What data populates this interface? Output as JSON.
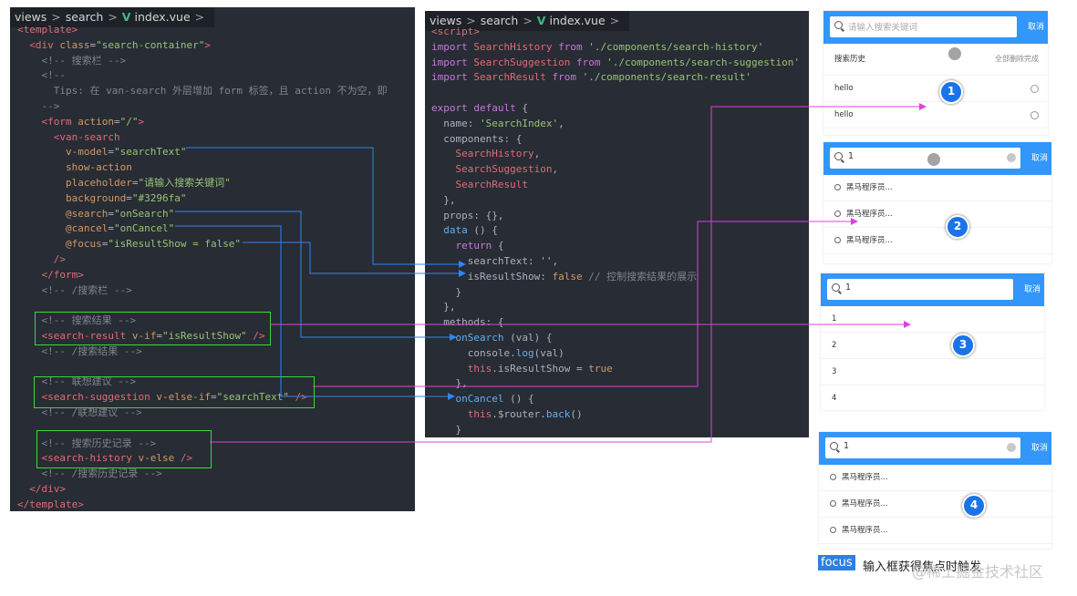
{
  "left_editor": {
    "crumb": [
      "views",
      "search",
      "index.vue"
    ],
    "lines": [
      [
        [
          "tag",
          "<template>"
        ]
      ],
      [
        [
          "pl",
          "  "
        ],
        [
          "tag",
          "<div "
        ],
        [
          "att",
          "class"
        ],
        [
          "pl",
          "="
        ],
        [
          "str",
          "\"search-container\""
        ],
        [
          "tag",
          ">"
        ]
      ],
      [
        [
          "cm",
          "    <!-- 搜索栏 -->"
        ]
      ],
      [
        [
          "cm",
          "    <!--"
        ]
      ],
      [
        [
          "cm",
          "      Tips: 在 van-search 外层增加 form 标签，且 action 不为空，即"
        ]
      ],
      [
        [
          "cm",
          "    -->"
        ]
      ],
      [
        [
          "pl",
          "    "
        ],
        [
          "tag",
          "<form "
        ],
        [
          "att",
          "action"
        ],
        [
          "pl",
          "="
        ],
        [
          "str",
          "\"/\""
        ],
        [
          "tag",
          ">"
        ]
      ],
      [
        [
          "pl",
          "      "
        ],
        [
          "tag",
          "<van-search"
        ]
      ],
      [
        [
          "pl",
          "        "
        ],
        [
          "att",
          "v-model"
        ],
        [
          "pl",
          "="
        ],
        [
          "str",
          "\"searchText\""
        ]
      ],
      [
        [
          "pl",
          "        "
        ],
        [
          "att",
          "show-action"
        ]
      ],
      [
        [
          "pl",
          "        "
        ],
        [
          "att",
          "placeholder"
        ],
        [
          "pl",
          "="
        ],
        [
          "str",
          "\"请输入搜索关键词\""
        ]
      ],
      [
        [
          "pl",
          "        "
        ],
        [
          "att",
          "background"
        ],
        [
          "pl",
          "="
        ],
        [
          "str",
          "\"#3296fa\""
        ]
      ],
      [
        [
          "pl",
          "        "
        ],
        [
          "att",
          "@search"
        ],
        [
          "pl",
          "="
        ],
        [
          "str",
          "\"onSearch\""
        ]
      ],
      [
        [
          "pl",
          "        "
        ],
        [
          "att",
          "@cancel"
        ],
        [
          "pl",
          "="
        ],
        [
          "str",
          "\"onCancel\""
        ]
      ],
      [
        [
          "pl",
          "        "
        ],
        [
          "att",
          "@focus"
        ],
        [
          "pl",
          "="
        ],
        [
          "str",
          "\"isResultShow = false\""
        ]
      ],
      [
        [
          "pl",
          "      "
        ],
        [
          "tag",
          "/>"
        ]
      ],
      [
        [
          "pl",
          "    "
        ],
        [
          "tag",
          "</form>"
        ]
      ],
      [
        [
          "cm",
          "    <!-- /搜索栏 -->"
        ]
      ],
      [
        [
          "pl",
          ""
        ]
      ],
      [
        [
          "cm",
          "    <!-- 搜索结果 -->"
        ]
      ],
      [
        [
          "pl",
          "    "
        ],
        [
          "tag",
          "<search-result "
        ],
        [
          "att",
          "v-if"
        ],
        [
          "pl",
          "="
        ],
        [
          "str",
          "\"isResultShow\""
        ],
        [
          "tag",
          " />"
        ]
      ],
      [
        [
          "cm",
          "    <!-- /搜索结果 -->"
        ]
      ],
      [
        [
          "pl",
          ""
        ]
      ],
      [
        [
          "cm",
          "    <!-- 联想建议 -->"
        ]
      ],
      [
        [
          "pl",
          "    "
        ],
        [
          "tag",
          "<search-suggestion "
        ],
        [
          "att",
          "v-else-if"
        ],
        [
          "pl",
          "="
        ],
        [
          "str",
          "\"searchText\""
        ],
        [
          "tag",
          " />"
        ]
      ],
      [
        [
          "cm",
          "    <!-- /联想建议 -->"
        ]
      ],
      [
        [
          "pl",
          ""
        ]
      ],
      [
        [
          "cm",
          "    <!-- 搜索历史记录 -->"
        ]
      ],
      [
        [
          "pl",
          "    "
        ],
        [
          "tag",
          "<search-history "
        ],
        [
          "att",
          "v-else"
        ],
        [
          "tag",
          " />"
        ]
      ],
      [
        [
          "cm",
          "    <!-- /搜索历史记录 -->"
        ]
      ],
      [
        [
          "pl",
          "  "
        ],
        [
          "tag",
          "</div>"
        ]
      ],
      [
        [
          "tag",
          "</template>"
        ]
      ]
    ]
  },
  "right_editor": {
    "crumb": [
      "views",
      "search",
      "index.vue"
    ],
    "lines": [
      [
        [
          "tag",
          "<script>"
        ]
      ],
      [
        [
          "kw",
          "import "
        ],
        [
          "tag",
          "SearchHistory "
        ],
        [
          "kw",
          "from "
        ],
        [
          "str",
          "'./components/search-history'"
        ]
      ],
      [
        [
          "kw",
          "import "
        ],
        [
          "tag",
          "SearchSuggestion "
        ],
        [
          "kw",
          "from "
        ],
        [
          "str",
          "'./components/search-suggestion'"
        ]
      ],
      [
        [
          "kw",
          "import "
        ],
        [
          "tag",
          "SearchResult "
        ],
        [
          "kw",
          "from "
        ],
        [
          "str",
          "'./components/search-result'"
        ]
      ],
      [
        [
          "pl",
          ""
        ]
      ],
      [
        [
          "kw",
          "export default "
        ],
        [
          "pl",
          "{"
        ]
      ],
      [
        [
          "pl",
          "  name: "
        ],
        [
          "str",
          "'SearchIndex'"
        ],
        [
          "pl",
          ","
        ]
      ],
      [
        [
          "pl",
          "  components: {"
        ]
      ],
      [
        [
          "pl",
          "    "
        ],
        [
          "tag",
          "SearchHistory"
        ],
        [
          "pl",
          ","
        ]
      ],
      [
        [
          "pl",
          "    "
        ],
        [
          "tag",
          "SearchSuggestion"
        ],
        [
          "pl",
          ","
        ]
      ],
      [
        [
          "pl",
          "    "
        ],
        [
          "tag",
          "SearchResult"
        ]
      ],
      [
        [
          "pl",
          "  },"
        ]
      ],
      [
        [
          "pl",
          "  props: {},"
        ]
      ],
      [
        [
          "pl",
          "  "
        ],
        [
          "fn",
          "data"
        ],
        [
          "pl",
          " () {"
        ]
      ],
      [
        [
          "pl",
          "    "
        ],
        [
          "kw",
          "return"
        ],
        [
          "pl",
          " {"
        ]
      ],
      [
        [
          "pl",
          "      searchText: "
        ],
        [
          "str",
          "''"
        ],
        [
          "pl",
          ","
        ]
      ],
      [
        [
          "pl",
          "      isResultShow: "
        ],
        [
          "att",
          "false"
        ],
        [
          "cm",
          " // 控制搜索结果的展示"
        ]
      ],
      [
        [
          "pl",
          "    }"
        ]
      ],
      [
        [
          "pl",
          "  },"
        ]
      ],
      [
        [
          "pl",
          "  methods: {"
        ]
      ],
      [
        [
          "pl",
          "    "
        ],
        [
          "fn",
          "onSearch"
        ],
        [
          "pl",
          " (val) {"
        ]
      ],
      [
        [
          "pl",
          "      console."
        ],
        [
          "fn",
          "log"
        ],
        [
          "pl",
          "(val)"
        ]
      ],
      [
        [
          "pl",
          "      "
        ],
        [
          "th",
          "this"
        ],
        [
          "pl",
          ".isResultShow = "
        ],
        [
          "att",
          "true"
        ]
      ],
      [
        [
          "pl",
          "    },"
        ]
      ],
      [
        [
          "pl",
          "    "
        ],
        [
          "fn",
          "onCancel"
        ],
        [
          "pl",
          " () {"
        ]
      ],
      [
        [
          "pl",
          "      "
        ],
        [
          "th",
          "this"
        ],
        [
          "pl",
          ".$router."
        ],
        [
          "fn",
          "back"
        ],
        [
          "pl",
          "()"
        ]
      ],
      [
        [
          "pl",
          "    }"
        ]
      ]
    ]
  },
  "phone1": {
    "placeholder": "请输入搜索关键词",
    "cancel": "取消",
    "history_title": "搜索历史",
    "clear_all": "全部删除",
    "done": "完成",
    "items": [
      "hello",
      "hello"
    ],
    "badge": "1"
  },
  "phone2": {
    "value": "1",
    "cancel": "取消",
    "items": [
      "黑马程序员...",
      "黑马程序员...",
      "黑马程序员..."
    ],
    "badge": "2"
  },
  "phone3": {
    "value": "1",
    "cancel": "取消",
    "items": [
      "1",
      "2",
      "3",
      "4"
    ],
    "badge": "3"
  },
  "phone4": {
    "value": "1",
    "cancel": "取消",
    "items": [
      "黑马程序员...",
      "黑马程序员...",
      "黑马程序员..."
    ],
    "badge": "4"
  },
  "footer": {
    "focus_label": "focus",
    "focus_desc": "输入框获得焦点时触发",
    "watermark": "@稀土掘金技术社区"
  },
  "colors": {
    "brand_blue": "#3296fa",
    "arrow_blue": "#2f86f0",
    "arrow_magenta": "#e040e0",
    "box_green": "#3ed63e"
  }
}
